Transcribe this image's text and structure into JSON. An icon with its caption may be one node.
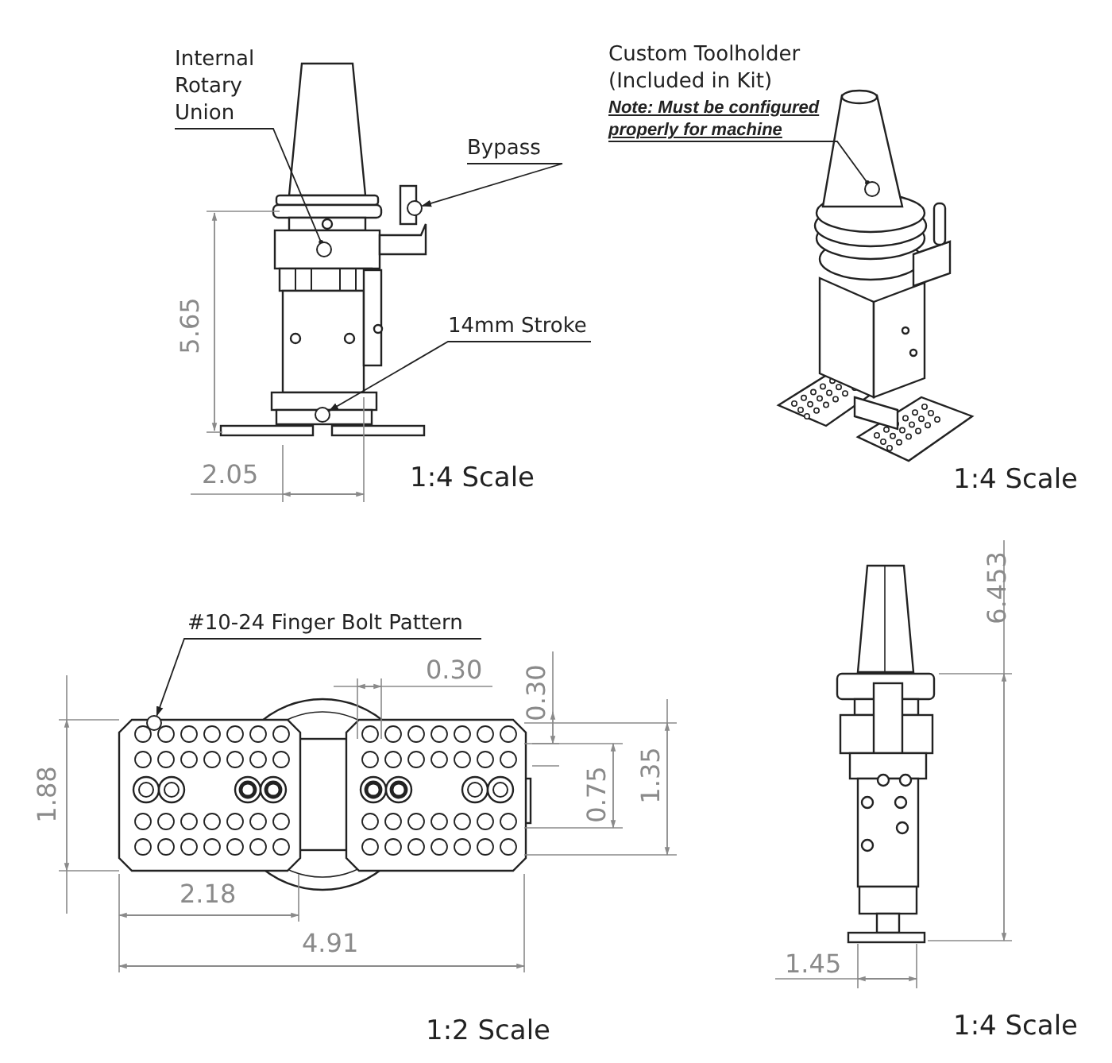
{
  "diagram": {
    "nodes": [
      {
        "text": [
          "Internal Rotary Union"
        ]
      },
      {
        "text": [],
        "shape": "circle"
      },
      {
        "text": [
          "Bypass"
        ]
      },
      {
        "text": [],
        "shape": "circle"
      },
      {
        "text": [
          "14mm Stroke"
        ]
      },
      {
        "text": [],
        "shape": "circle"
      },
      {
        "text": [
          "Custom Toolholder (Included in Kit)",
          "Note: Must be configured properly for machine"
        ]
      },
      {
        "text": [],
        "shape": "circle"
      },
      {
        "text": [
          "#10-24 Finger Bolt Pattern"
        ]
      },
      {
        "text": [],
        "shape": "circle"
      }
    ],
    "edges": [
      {
        "from": 0,
        "to": 1,
        "arrow": "other"
      },
      {
        "from": 2,
        "to": 3,
        "arrow": "to"
      },
      {
        "from": 4,
        "to": 5,
        "arrow": "to"
      },
      {
        "from": 6,
        "to": 7,
        "arrow": "other"
      },
      {
        "from": 8,
        "to": 9,
        "arrow": "to"
      }
    ],
    "labels": [
      "5.65",
      "2.05",
      "1:4 Scale",
      "1:4 Scale",
      "6.453",
      "0.30",
      "0.30",
      "1.88",
      "0.75",
      "1.35",
      "2.18",
      "4.91",
      "1:2 Scale",
      "1.45",
      "1:4 Scale"
    ]
  }
}
